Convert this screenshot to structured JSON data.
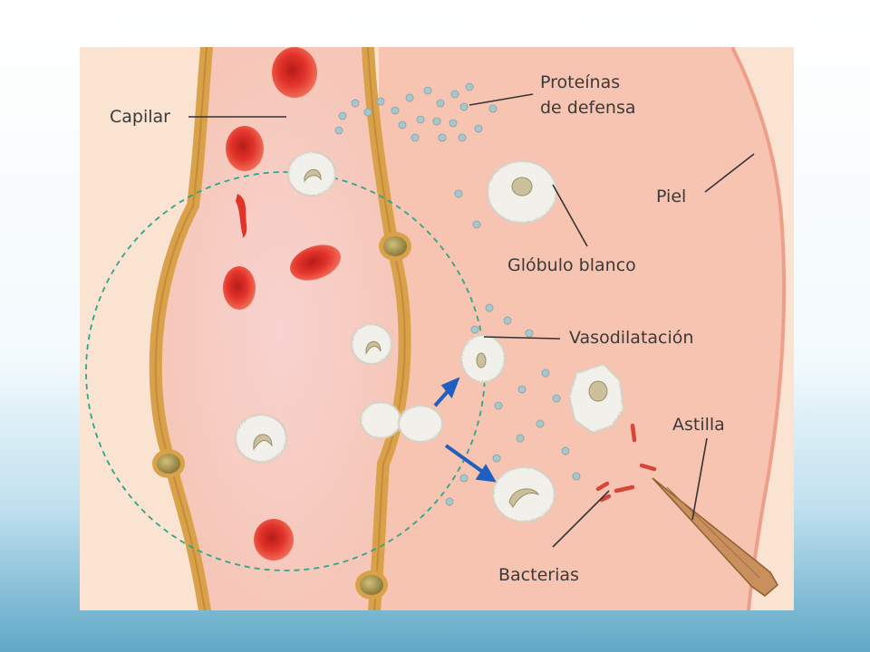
{
  "diagram": {
    "labels": {
      "capilar": "Capilar",
      "proteinas_line1": "Proteínas",
      "proteinas_line2": "de defensa",
      "piel": "Piel",
      "globulo_blanco": "Glóbulo blanco",
      "vasodilatacion": "Vasodilatación",
      "astilla": "Astilla",
      "bacterias": "Bacterias"
    },
    "colors": {
      "background": "#fbe3d2",
      "skin": "#f5b6a4",
      "capillary_wall": "#d9a14a",
      "red_blood_cell": "#e2332b",
      "white_blood_cell": "#f2f0ea",
      "protein_dot": "#a8c6cc",
      "arrow": "#1e5fbf",
      "dashed_circle": "#2aa58e",
      "splinter": "#c98f5c",
      "bacteria": "#e2574c"
    }
  }
}
